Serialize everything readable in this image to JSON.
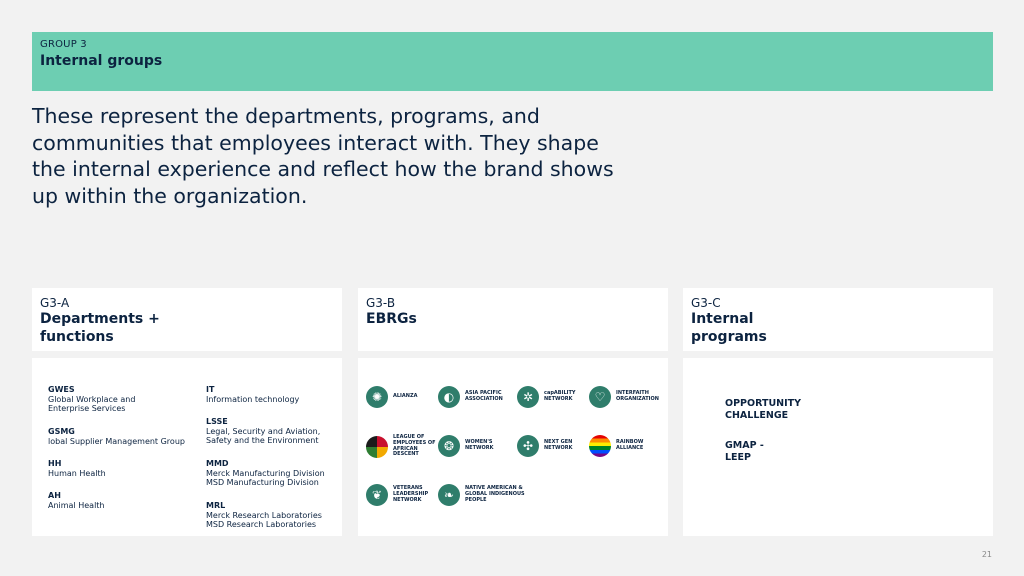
{
  "banner": {
    "kicker": "GROUP 3",
    "title": "Internal groups",
    "color": "#6dceb2"
  },
  "lead": "These represent the departments, programs, and communities that employees interact with. They shape the internal experience and reflect how the brand shows up within the organization.",
  "groups": [
    {
      "code": "G3-A",
      "name": "Departments + functions"
    },
    {
      "code": "G3-B",
      "name": "EBRGs"
    },
    {
      "code": "G3-C",
      "name": "Internal programs"
    }
  ],
  "departments": [
    {
      "abbr": "GWES",
      "desc": "Global Workplace and Enterprise Services"
    },
    {
      "abbr": "GSMG",
      "desc": "lobal Supplier Management Group"
    },
    {
      "abbr": "HH",
      "desc": "Human Health"
    },
    {
      "abbr": "AH",
      "desc": "Animal Health"
    },
    {
      "abbr": "IT",
      "desc": "Information technology"
    },
    {
      "abbr": "LSSE",
      "desc": "Legal, Security and Aviation, Safety and the Environment"
    },
    {
      "abbr": "MMD",
      "desc": "Merck Manufacturing Division\nMSD Manufacturing Division"
    },
    {
      "abbr": "MRL",
      "desc": "Merck Research Laboratories\nMSD Research Laboratories"
    }
  ],
  "ebrgs": [
    {
      "label": "ALIANZA",
      "icon": "compass-star-icon",
      "glyph": "✺"
    },
    {
      "label": "ASIA PACIFIC ASSOCIATION",
      "icon": "globe-icon",
      "glyph": "◐"
    },
    {
      "label": "capABILITY NETWORK",
      "icon": "gear-people-icon",
      "glyph": "✲"
    },
    {
      "label": "INTERFAITH ORGANIZATION",
      "icon": "heart-icon",
      "glyph": "♡"
    },
    {
      "label": "LEAGUE OF EMPLOYEES OF AFRICAN DESCENT",
      "icon": "africa-map-icon",
      "glyph": ""
    },
    {
      "label": "WOMEN'S NETWORK",
      "icon": "people-circle-icon",
      "glyph": "❂"
    },
    {
      "label": "NEXT GEN NETWORK",
      "icon": "network-nodes-icon",
      "glyph": "✣"
    },
    {
      "label": "RAINBOW ALLIANCE",
      "icon": "pride-flag-icon",
      "glyph": ""
    },
    {
      "label": "VETERANS LEADERSHIP NETWORK",
      "icon": "eagle-wings-icon",
      "glyph": "❦"
    },
    {
      "label": "NATIVE AMERICAN & GLOBAL INDIGENOUS PEOPLE",
      "icon": "feather-icon",
      "glyph": "❧"
    }
  ],
  "programs": [
    {
      "name": "OPPORTUNITY CHALLENGE"
    },
    {
      "name": "GMAP -LEEP"
    }
  ],
  "page_number": "21"
}
